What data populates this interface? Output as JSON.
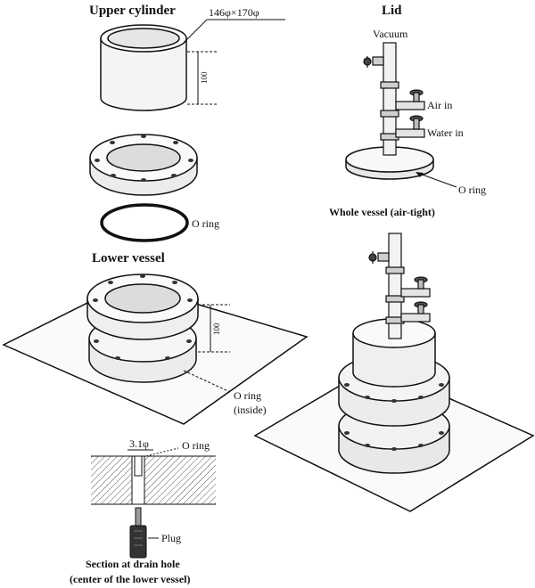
{
  "labels": {
    "upper_cylinder": "Upper cylinder",
    "dim_cylinder": "146φ×170φ",
    "dim_100_a": "100",
    "o_ring_1": "O ring",
    "lower_vessel": "Lower vessel",
    "dim_100_b": "100",
    "o_ring_inside": "O ring",
    "inside": "(inside)",
    "dim_hole": "3.1φ",
    "o_ring_section": "O ring",
    "plug": "Plug",
    "section_title_1": "Section at drain hole",
    "section_title_2": "(center of the lower vessel)",
    "lid": "Lid",
    "vacuum": "Vacuum",
    "air_in": "Air in",
    "water_in": "Water in",
    "o_ring_lid": "O ring",
    "whole_vessel": "Whole vessel (air-tight)"
  }
}
